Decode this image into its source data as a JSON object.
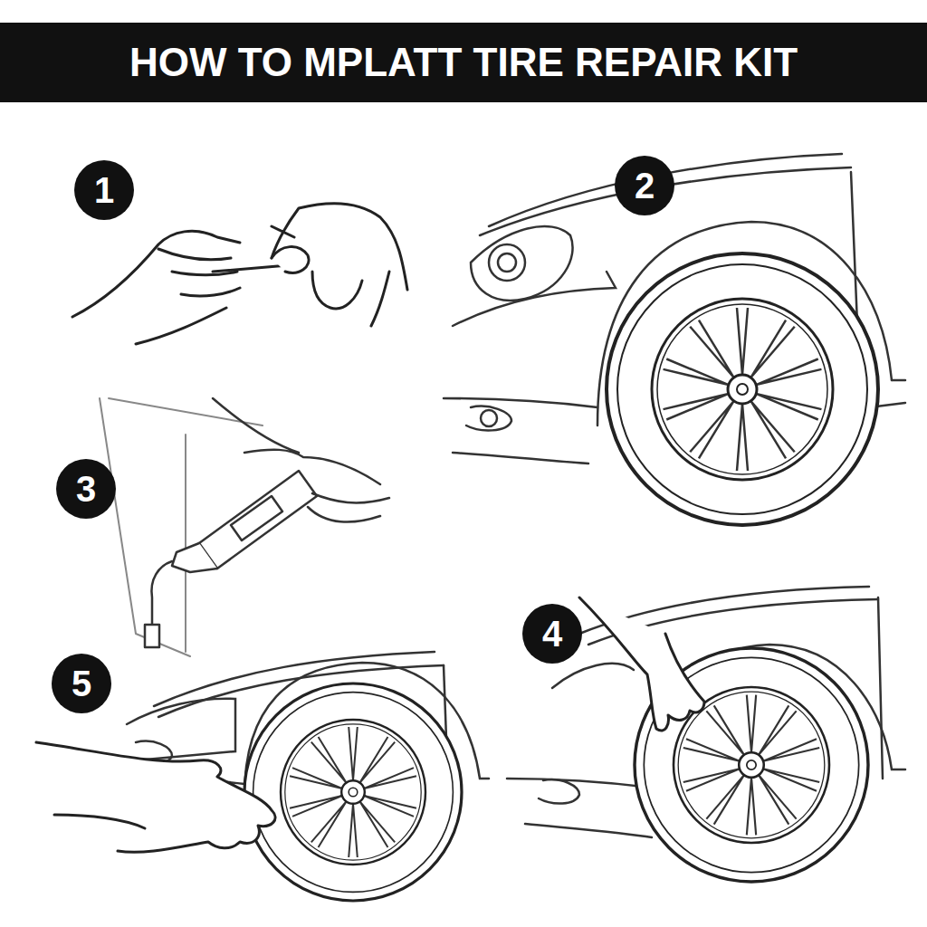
{
  "diagram": {
    "title": "HOW TO MPLATT TIRE REPAIR KIT",
    "labels": [
      "1",
      "2",
      "3",
      "5",
      "4"
    ]
  }
}
